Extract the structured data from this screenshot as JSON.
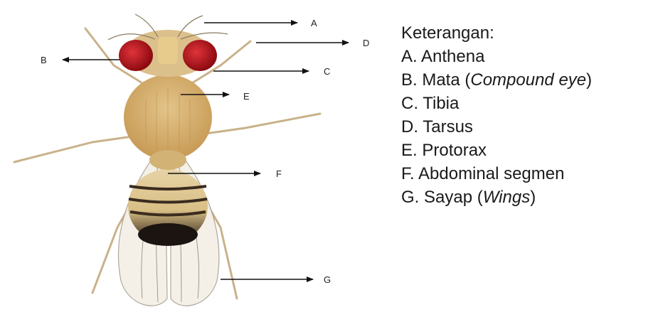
{
  "callouts": {
    "A": "A",
    "B": "B",
    "C": "C",
    "D": "D",
    "E": "E",
    "F": "F",
    "G": "G"
  },
  "legend": {
    "title": "Keterangan:",
    "items": [
      {
        "text": "A. Anthena"
      },
      {
        "text": "B. Mata (",
        "italic": "Compound eye",
        "suffix": ")"
      },
      {
        "text": "C. Tibia"
      },
      {
        "text": "D. Tarsus"
      },
      {
        "text": "E. Protorax"
      },
      {
        "text": "F. Abdominal segmen"
      },
      {
        "text": "G. Sayap (",
        "italic": "Wings",
        "suffix": ")"
      }
    ]
  },
  "colors": {
    "body_tan": "#d8b97a",
    "thorax": "#d5ae6c",
    "eye_red": "#b0111a",
    "abdomen_tip": "#1b1410",
    "wing": "#f3efe6",
    "vein": "#8d8576",
    "arrow": "#111111"
  }
}
